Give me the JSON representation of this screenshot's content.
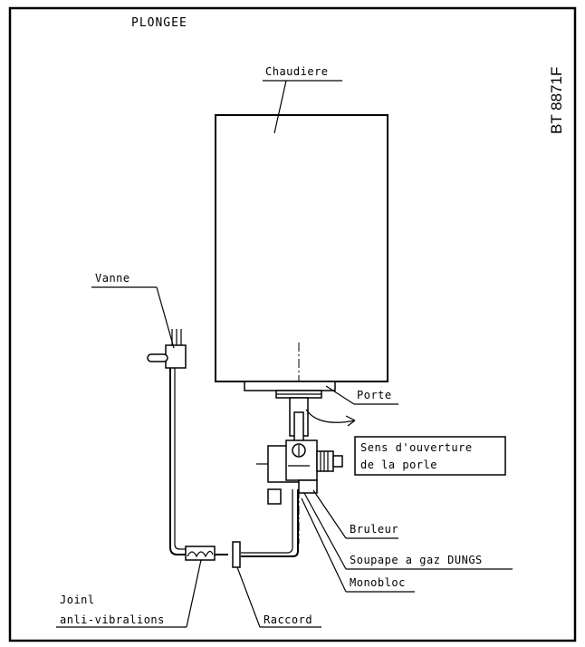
{
  "diagram": {
    "title": "PLONGEE",
    "reference": "BT 8871F",
    "labels": {
      "chaudiere": "Chaudiere",
      "vanne": "Vanne",
      "porte": "Porte",
      "sens_line1": "Sens d'ouverture",
      "sens_line2": "de la porle",
      "bruleur": "Bruleur",
      "soupape": "Soupape a gaz DUNGS",
      "monobloc": "Monobloc",
      "joint_line1": "Joinl",
      "joint_line2": "anli-vibralions",
      "raccord": "Raccord"
    }
  }
}
